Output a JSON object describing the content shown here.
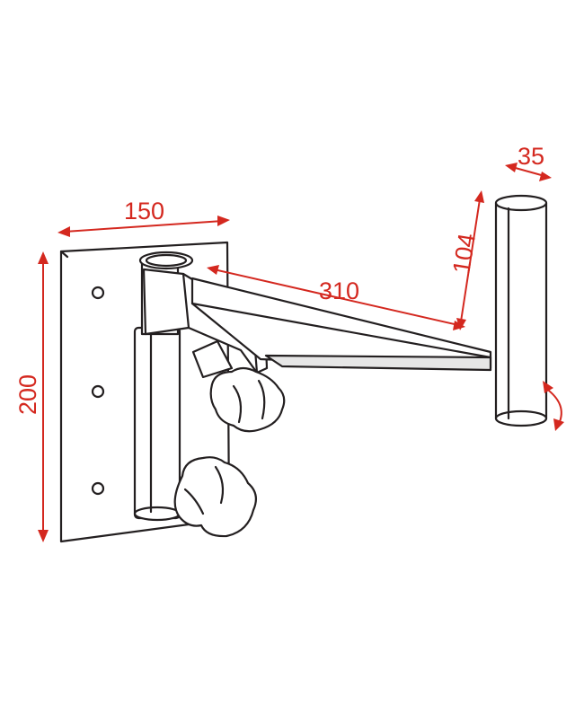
{
  "dimensions": {
    "width_plate": "150",
    "height_plate": "200",
    "arm_length": "310",
    "pin_height": "104",
    "pin_diameter": "35"
  },
  "colors": {
    "dimension": "#d4281f",
    "outline": "#231f20",
    "shade": "#e6e6e6"
  }
}
